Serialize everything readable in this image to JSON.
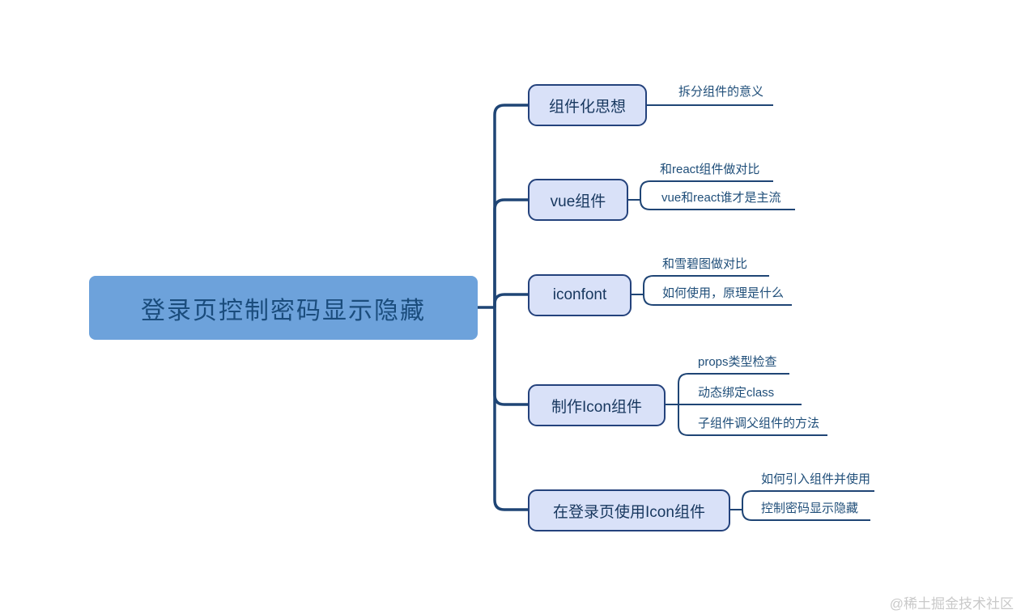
{
  "root": {
    "label": "登录页控制密码显示隐藏"
  },
  "branches": [
    {
      "label": "组件化思想",
      "children": [
        "拆分组件的意义"
      ]
    },
    {
      "label": "vue组件",
      "children": [
        "和react组件做对比",
        "vue和react谁才是主流"
      ]
    },
    {
      "label": "iconfont",
      "children": [
        "和雪碧图做对比",
        "如何使用，原理是什么"
      ]
    },
    {
      "label": "制作Icon组件",
      "children": [
        "props类型检查",
        "动态绑定class",
        "子组件调父组件的方法"
      ]
    },
    {
      "label": "在登录页使用Icon组件",
      "children": [
        "如何引入组件并使用",
        "控制密码显示隐藏"
      ]
    }
  ],
  "colors": {
    "line": "#1F4575",
    "root_fill": "#6DA2DB",
    "branch_fill": "#D9E1F8",
    "branch_border": "#24427C",
    "text": "#1F4E79"
  },
  "watermark": "@稀土掘金技术社区"
}
